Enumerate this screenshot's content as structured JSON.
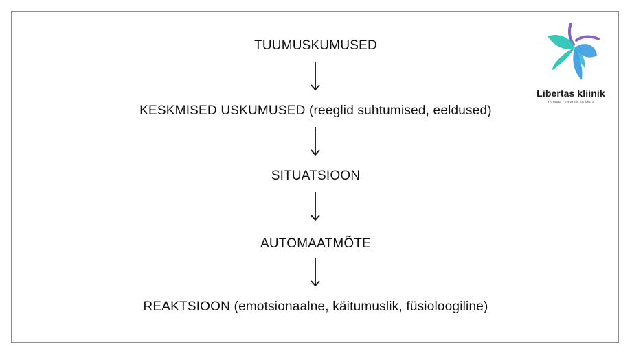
{
  "diagram": {
    "nodes": [
      {
        "label": "TUUMUSKUMUSED"
      },
      {
        "label": "KESKMISED USKUMUSED (reeglid suhtumised, eeldused)"
      },
      {
        "label": "SITUATSIOON"
      },
      {
        "label": "AUTOMAATMÕTE"
      },
      {
        "label": "REAKTSIOON (emotsionaalne, käitumuslik, füsioloogiline)"
      }
    ],
    "edges": [
      {
        "from": 0,
        "to": 1
      },
      {
        "from": 1,
        "to": 2
      },
      {
        "from": 2,
        "to": 3
      },
      {
        "from": 3,
        "to": 4
      }
    ]
  },
  "logo": {
    "name": "Libertas kliinik",
    "tagline": "VAIMSE TERVISE KESKUS",
    "icon": "butterfly-icon",
    "colors": {
      "teal": "#2fc3b4",
      "blue": "#3a9be0",
      "purple": "#8b62c2"
    }
  }
}
